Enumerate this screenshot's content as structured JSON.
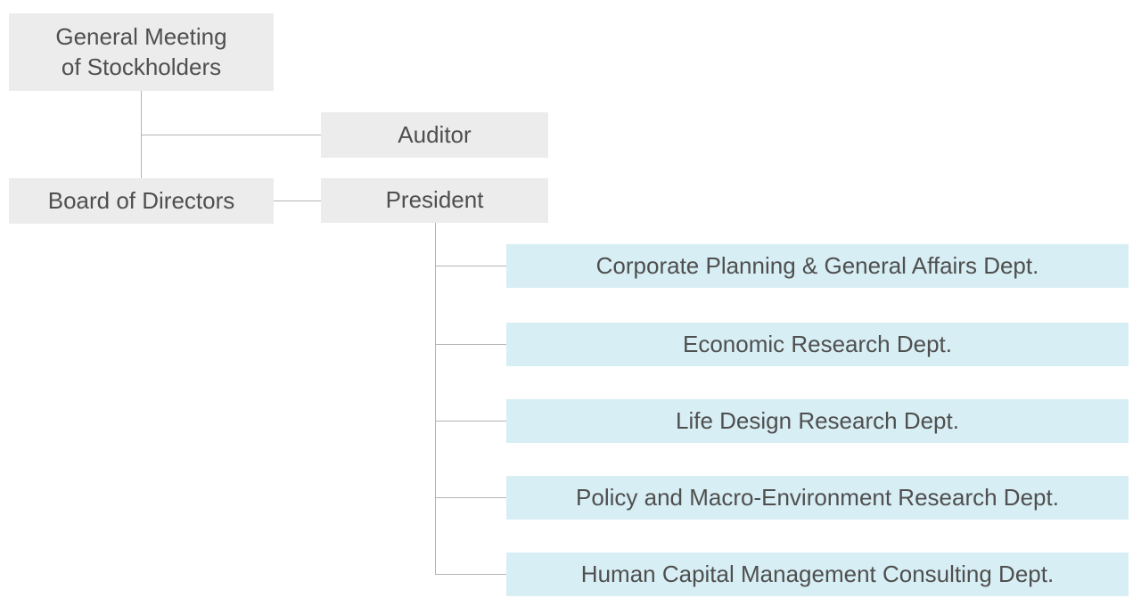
{
  "diagram_type": "organization-chart",
  "colors": {
    "background": "#ffffff",
    "box_gray": "#ececec",
    "box_blue": "#d7eef4",
    "text": "#4f4f4f",
    "line": "#b3b3b3"
  },
  "nodes": {
    "general_meeting": {
      "label": "General Meeting of Stockholders",
      "lines": [
        "General Meeting",
        "of Stockholders"
      ]
    },
    "auditor": {
      "label": "Auditor"
    },
    "board": {
      "label": "Board of Directors"
    },
    "president": {
      "label": "President"
    },
    "departments": [
      {
        "label": "Corporate Planning & General Affairs Dept."
      },
      {
        "label": "Economic Research Dept."
      },
      {
        "label": "Life Design Research Dept."
      },
      {
        "label": "Policy and Macro-Environment Research Dept."
      },
      {
        "label": "Human Capital Management Consulting Dept."
      }
    ]
  },
  "connections": [
    {
      "from": "General Meeting of Stockholders",
      "to": "Board of Directors"
    },
    {
      "from": "General Meeting of Stockholders",
      "to": "Auditor"
    },
    {
      "from": "Board of Directors",
      "to": "President"
    },
    {
      "from": "President",
      "to": "Corporate Planning & General Affairs Dept."
    },
    {
      "from": "President",
      "to": "Economic Research Dept."
    },
    {
      "from": "President",
      "to": "Life Design Research Dept."
    },
    {
      "from": "President",
      "to": "Policy and Macro-Environment Research Dept."
    },
    {
      "from": "President",
      "to": "Human Capital Management Consulting Dept."
    }
  ]
}
